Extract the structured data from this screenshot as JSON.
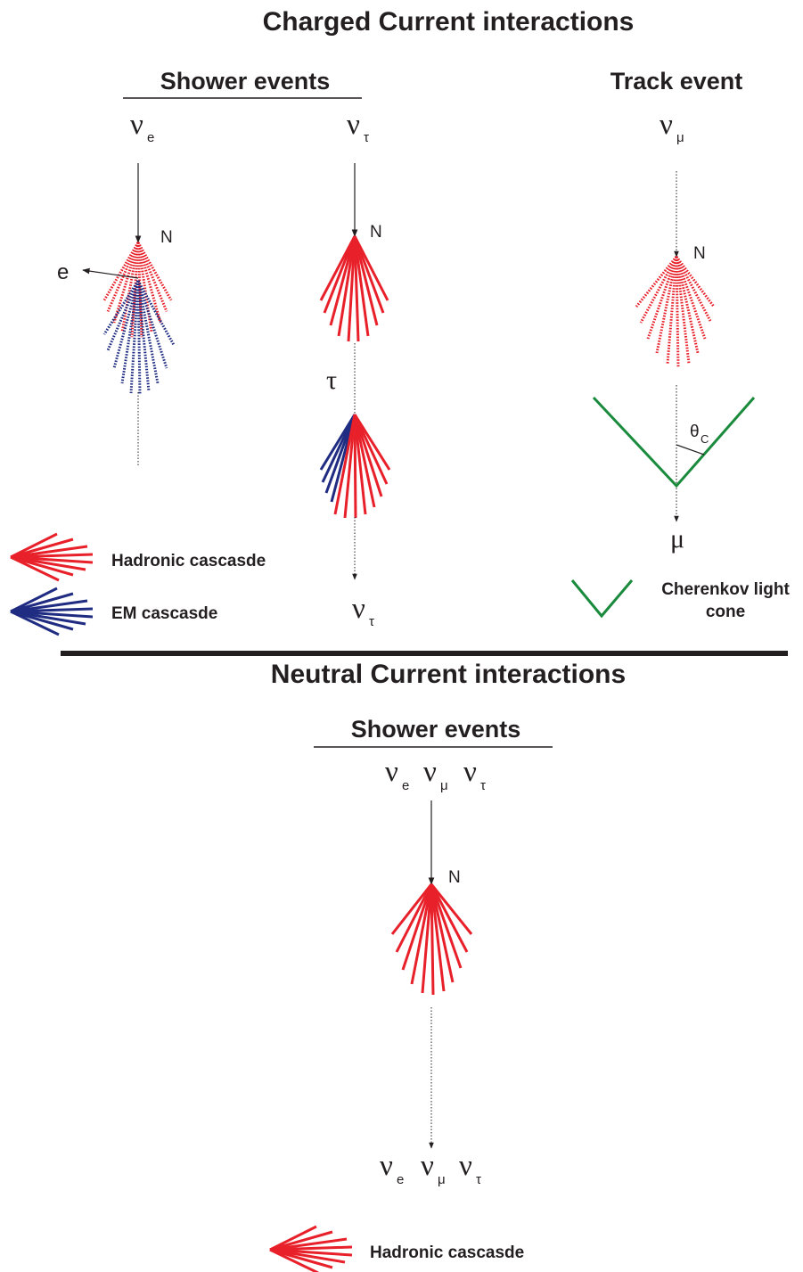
{
  "colors": {
    "hadronic": "#e8202a",
    "em": "#1f2c82",
    "cherenkov": "#1a8a3c",
    "line": "#231f20"
  },
  "cc": {
    "title": "Charged Current interactions",
    "shower_heading": "Shower events",
    "track_heading": "Track event",
    "nue": {
      "sym": "ν",
      "sub": "e"
    },
    "nutau": {
      "sym": "ν",
      "sub": "τ"
    },
    "numu": {
      "sym": "ν",
      "sub": "μ"
    },
    "nucleon": "N",
    "electron": "e",
    "tau": "τ",
    "nutau_out": {
      "sym": "ν",
      "sub": "τ"
    },
    "theta": {
      "sym": "θ",
      "sub": "C"
    },
    "muon": "μ"
  },
  "legend": {
    "hadronic": "Hadronic cascasde",
    "em": "EM cascasde",
    "cherenkov_line1": "Cherenkov light",
    "cherenkov_line2": "cone"
  },
  "nc": {
    "title": "Neutral Current interactions",
    "shower_heading": "Shower events",
    "incoming": [
      {
        "sym": "ν",
        "sub": "e"
      },
      {
        "sym": "ν",
        "sub": "μ"
      },
      {
        "sym": "ν",
        "sub": "τ"
      }
    ],
    "nucleon": "N",
    "outgoing": [
      {
        "sym": "ν",
        "sub": "e"
      },
      {
        "sym": "ν",
        "sub": "μ"
      },
      {
        "sym": "ν",
        "sub": "τ"
      }
    ],
    "legend_hadronic": "Hadronic cascasde"
  }
}
